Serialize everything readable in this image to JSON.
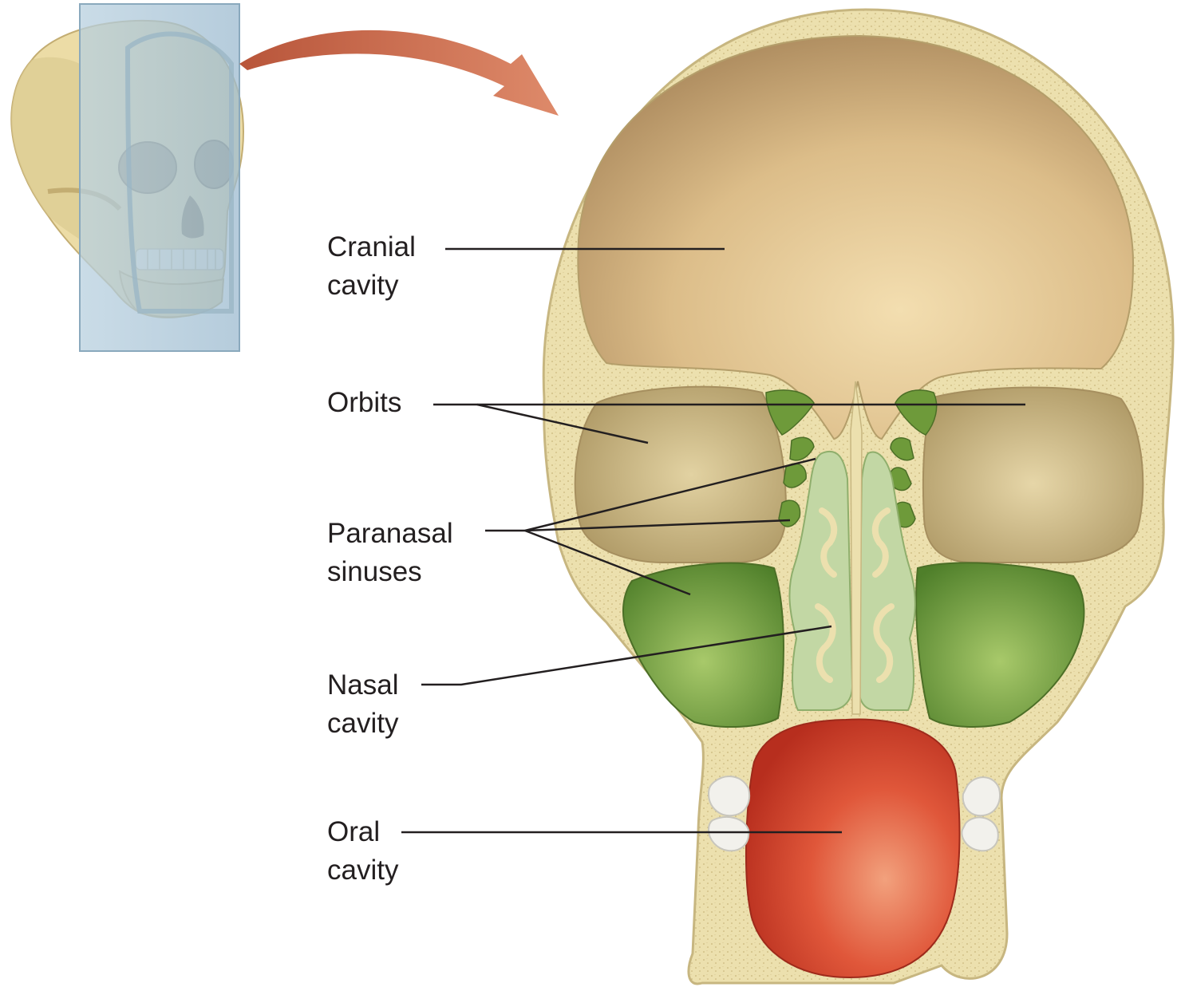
{
  "labels": {
    "cranial": [
      "Cranial",
      "cavity"
    ],
    "orbits": [
      "Orbits"
    ],
    "paranasal": [
      "Paranasal",
      "sinuses"
    ],
    "nasal": [
      "Nasal",
      "cavity"
    ],
    "oral": [
      "Oral",
      "cavity"
    ]
  },
  "colors": {
    "bone": "#ece0ae",
    "bone_outline": "#cdbf8a",
    "cranial_cavity": "#d7b683",
    "orbits": "#cdbd88",
    "sinuses": "#6e9a3a",
    "nasal_cavity": "#c2d7a4",
    "oral_cavity": "#d9452a",
    "teeth": "#f2f1ec",
    "arrow": "#d8775a",
    "section_plane": "#a9c4d6",
    "leader_line": "#231f20"
  }
}
